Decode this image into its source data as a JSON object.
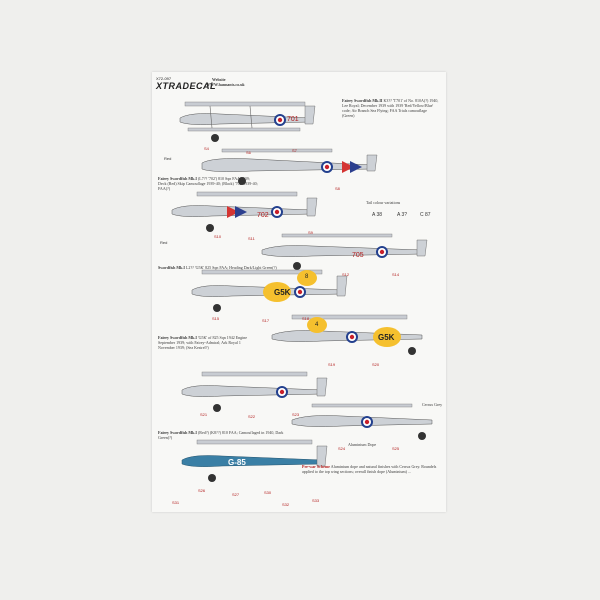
{
  "header": {
    "product_code": "X72-097",
    "brand": "XTRADECAL",
    "website_label": "Website",
    "website": "WWW.hannants.co.uk"
  },
  "captions": [
    {
      "title": "Fairey Swordfish Mk.II",
      "text": "K3?? 'T701' of No. 810A(?) 1940, Lee Royal; December 1939 with 1939 'Red/Yellow/Blue' code; Air Branch Sea Flying; FAA Trials camouflage (Green)"
    },
    {
      "title": "Fairey Swordfish Mk.I",
      "text": "(L7?? '702') 810 Sqn FAA 1939; Deck (Red) Skip Camouflage 1939-40; (Black) '702' 1939-40; FAA(?)"
    },
    {
      "title": "Swordfish Mk.I",
      "text": "L2?? 'G5K' 825 Sqn FAA; Heading Dark/Light Green(?)"
    },
    {
      "title": "Fairey Swordfish Mk.I",
      "text": "'G5K' of 825 Sqn 1942 Engine September 1939; with Fairey-Admiral; Ark Royal 1 November 1939; (Sea Kestrel?)"
    },
    {
      "title": "Fairey Swordfish Mk.I",
      "text": "(Red?) (K8??) 810 FAA; Camouflaged in 1940, Dark Green(?)"
    },
    {
      "title": "Pre-war Scheme",
      "text": "Aluminium dope and natural finishes with Cerrux Grey. Roundels applied to the top wing sections; overall finish dope (Aluminium) ..."
    }
  ],
  "badges": {
    "g5k_1": "G5K",
    "g5k_2": "G5K",
    "digit_top": "8",
    "digit_mid": "4",
    "a_codes": [
      "A 38",
      "A 3?",
      "C 87"
    ],
    "code_blue": "G-85",
    "code_701": "701",
    "code_702": "702",
    "code_705": "705"
  },
  "labels": {
    "red_a": "Red",
    "red_b": "Red",
    "silver_text": "Aluminium Dope",
    "cerrux_grey": "Cerrux Grey",
    "code_note": "Tail colour variations",
    "s_labels": [
      "S4",
      "S6",
      "S7",
      "S8",
      "S9",
      "S10",
      "S11",
      "S12",
      "S14",
      "S15",
      "S17",
      "S18",
      "S19",
      "S20",
      "S21",
      "S22",
      "S23",
      "S24",
      "S25",
      "S26",
      "S27",
      "S30",
      "S31",
      "S32",
      "S33"
    ]
  },
  "colors": {
    "background": "#efefed",
    "sheet": "#f8f8f6",
    "aircraft_silver": "#c8ccd2",
    "fuselage_blue": "#3a7fa5",
    "roundel_red": "#c8202a",
    "roundel_blue": "#23408e",
    "yellow": "#f5c02e",
    "rudder_stripe_red": "#d43432",
    "rudder_stripe_blue": "#2c3f8e"
  }
}
